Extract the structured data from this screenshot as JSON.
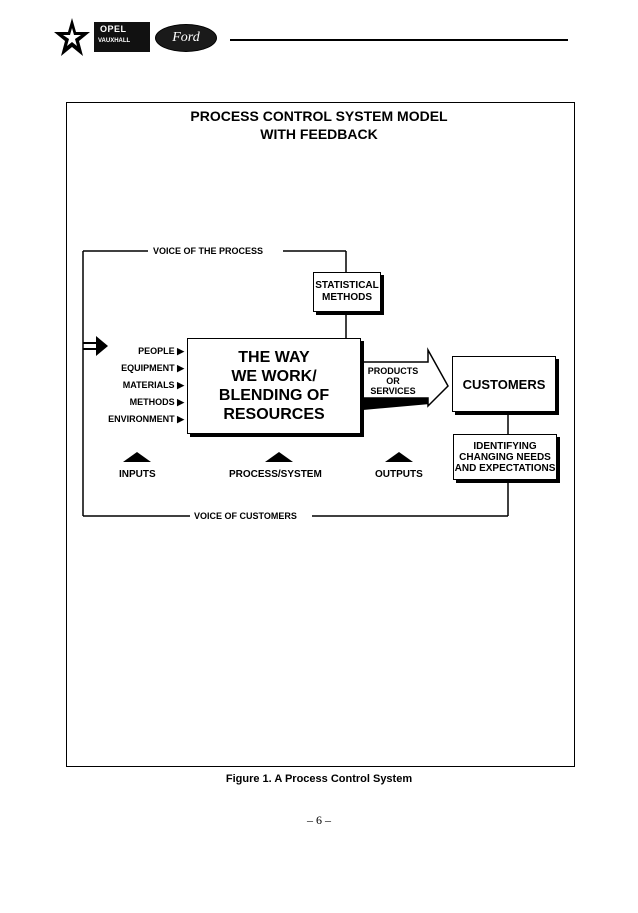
{
  "header": {
    "opel_line1": "OPEL",
    "opel_line2": "VAUXHALL",
    "ford_logo": "Ford"
  },
  "diagram": {
    "title_line1": "PROCESS CONTROL SYSTEM MODEL",
    "title_line2": "WITH FEEDBACK",
    "voice_of_process": "VOICE OF THE PROCESS",
    "statistical_line1": "STATISTICAL",
    "statistical_line2": "METHODS",
    "inputs_list": [
      "PEOPLE",
      "EQUIPMENT",
      "MATERIALS",
      "METHODS",
      "ENVIRONMENT"
    ],
    "process_line1": "THE WAY",
    "process_line2": "WE WORK/",
    "process_line3": "BLENDING OF",
    "process_line4": "RESOURCES",
    "products_line1": "PRODUCTS",
    "products_line2": "OR",
    "products_line3": "SERVICES",
    "customers": "CUSTOMERS",
    "needs_line1": "IDENTIFYING",
    "needs_line2": "CHANGING NEEDS",
    "needs_line3": "AND EXPECTATIONS",
    "inputs_label": "INPUTS",
    "process_system_label": "PROCESS/SYSTEM",
    "outputs_label": "OUTPUTS",
    "voice_of_customers": "VOICE OF CUSTOMERS"
  },
  "caption": "Figure 1.  A Process Control System",
  "page_number": "– 6 –"
}
